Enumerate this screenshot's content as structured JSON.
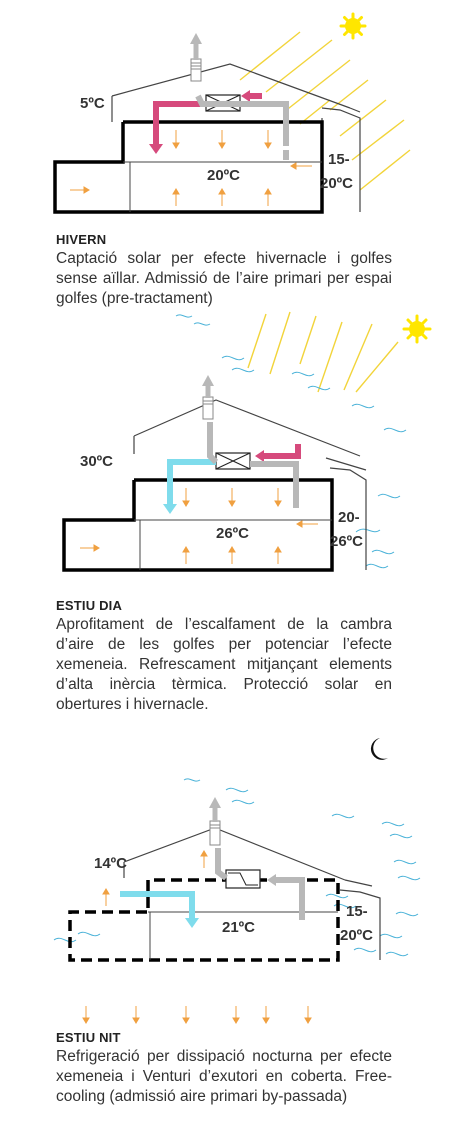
{
  "panels": [
    {
      "id": "winter",
      "temps": {
        "outside": "5ºC",
        "inside": "20ºC",
        "greenhouse_1": "15-",
        "greenhouse_2": "20ºC"
      },
      "title": "HIVERN",
      "body": "Captació solar per efecte hivernacle i golfes sense aïllar. Admissió de l’aire primari per espai golfes (pre-tractament)",
      "icon": "sun-icon"
    },
    {
      "id": "summer-day",
      "temps": {
        "outside": "30ºC",
        "inside": "26ºC",
        "greenhouse_1": "20-",
        "greenhouse_2": "26ºC"
      },
      "title": "ESTIU DIA",
      "body": "Aprofitament de l’escalfament de la cambra d’aire de les golfes per potenciar l’efecte xemeneia. Refrescament mitjançant elements d’alta inèrcia tèrmica. Protecció solar en obertures i hivernacle.",
      "icon": "sun-icon"
    },
    {
      "id": "summer-night",
      "temps": {
        "outside": "14ºC",
        "inside": "21ºC",
        "greenhouse_1": "15-",
        "greenhouse_2": "20ºC"
      },
      "title": "ESTIU NIT",
      "body": "Refrigeració per dissipació nocturna per efecte xemeneia i Venturi d’exutori en coberta. Free-cooling (admissió aire primari by-passada)",
      "icon": "moon-icon"
    }
  ],
  "colors": {
    "sun": "#ffe600",
    "sun_rays": "#f2d43a",
    "warm_air": "#d64a7c",
    "cool_air": "#7fdcec",
    "exhaust_air": "#b8b8b8",
    "inner_arrows": "#f0a040",
    "wind": "#4ab2d8",
    "wall": "#000000",
    "thin_line": "#444444"
  }
}
